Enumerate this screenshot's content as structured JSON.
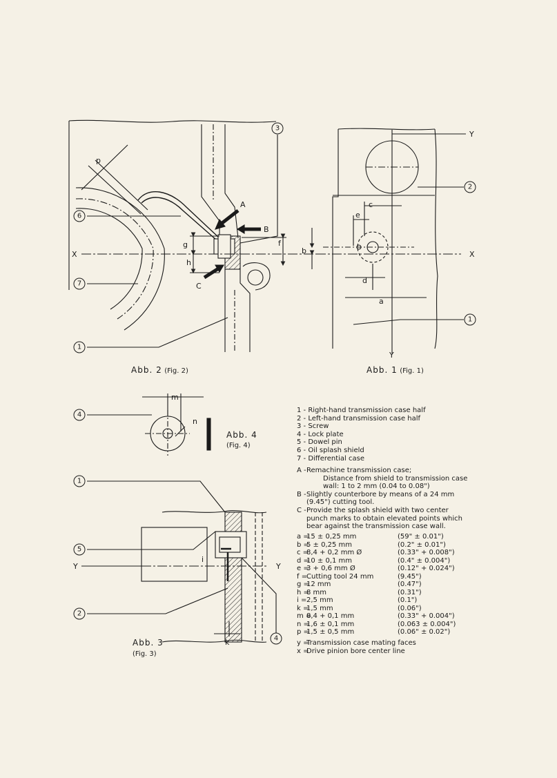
{
  "figures": {
    "fig2": {
      "caption_main": "Abb. 2",
      "caption_sub": "(Fig. 2)"
    },
    "fig1": {
      "caption_main": "Abb. 1",
      "caption_sub": "(Fig. 1)"
    },
    "fig4": {
      "caption_main": "Abb. 4",
      "caption_sub": "(Fig. 4)"
    },
    "fig3": {
      "caption_main": "Abb. 3",
      "caption_sub": "(Fig. 3)"
    }
  },
  "diagram_labels": {
    "callout_1": "1",
    "callout_2": "2",
    "callout_3": "3",
    "callout_4": "4",
    "callout_5": "5",
    "callout_6": "6",
    "callout_7": "7",
    "arrow_A": "A",
    "arrow_B": "B",
    "arrow_C": "C",
    "axis_X": "X",
    "axis_Y": "Y",
    "dim_a": "a",
    "dim_b": "b",
    "dim_c": "c",
    "dim_d": "d",
    "dim_e": "e",
    "dim_f": "f",
    "dim_g": "g",
    "dim_h": "h",
    "dim_i": "i",
    "dim_k": "k",
    "dim_m": "m",
    "dim_n": "n",
    "dim_p": "p"
  },
  "legend": [
    "1 - Right-hand transmission case half",
    "2 - Left-hand transmission case half",
    "3 - Screw",
    "4 - Lock plate",
    "5 - Dowel pin",
    "6 - Oil splash shield",
    "7 - Differential case"
  ],
  "notes": [
    {
      "key": "A -",
      "text": "Remachine transmission case;",
      "sub": "Distance from shield to transmission case wall: 1 to 2 mm (0.04 to 0.08\")"
    },
    {
      "key": "B -",
      "text": "Slightly counterbore by means of a 24 mm (9.45\") cutting tool.",
      "sub": ""
    },
    {
      "key": "C -",
      "text": "Provide the splash shield with two center punch marks to obtain elevated points which bear against the transmission case wall.",
      "sub": ""
    }
  ],
  "dimensions": [
    {
      "key": "a =",
      "metric": "15  ± 0,25 mm",
      "imperial": "(59\" ± 0.01\")"
    },
    {
      "key": "b =",
      "metric": "  5  ± 0,25 mm",
      "imperial": "(0.2\" ± 0.01\")"
    },
    {
      "key": "c =",
      "metric": "  8,4 + 0,2  mm Ø",
      "imperial": "(0.33\" + 0.008\")"
    },
    {
      "key": "d =",
      "metric": "10  ± 0,1  mm",
      "imperial": "(0.4\" ± 0.004\")"
    },
    {
      "key": "e =",
      "metric": "  3  + 0,6  mm Ø",
      "imperial": "(0.12\" + 0.024\")"
    },
    {
      "key": "f =",
      "metric": "Cutting tool 24 mm",
      "imperial": "(9.45\")"
    },
    {
      "key": "g =",
      "metric": "12   mm",
      "imperial": "(0.47\")"
    },
    {
      "key": "h =",
      "metric": "  8   mm",
      "imperial": "(0.31\")"
    },
    {
      "key": "i =",
      "metric": "  2,5 mm",
      "imperial": "(0.1\")"
    },
    {
      "key": "k =",
      "metric": "  1,5 mm",
      "imperial": "(0.06\")"
    },
    {
      "key": "m =",
      "metric": "8,4 + 0,1 mm",
      "imperial": "(0.33\" + 0.004\")"
    },
    {
      "key": "n =",
      "metric": "1,6 ± 0,1 mm",
      "imperial": "(0.063 ± 0.004\")"
    },
    {
      "key": "p =",
      "metric": "1,5 ± 0,5 mm",
      "imperial": "(0.06\" ± 0.02\")"
    }
  ],
  "definitions": [
    {
      "key": "y =",
      "text": "Transmission case mating faces"
    },
    {
      "key": "x =",
      "text": "Drive pinion bore center line"
    }
  ]
}
